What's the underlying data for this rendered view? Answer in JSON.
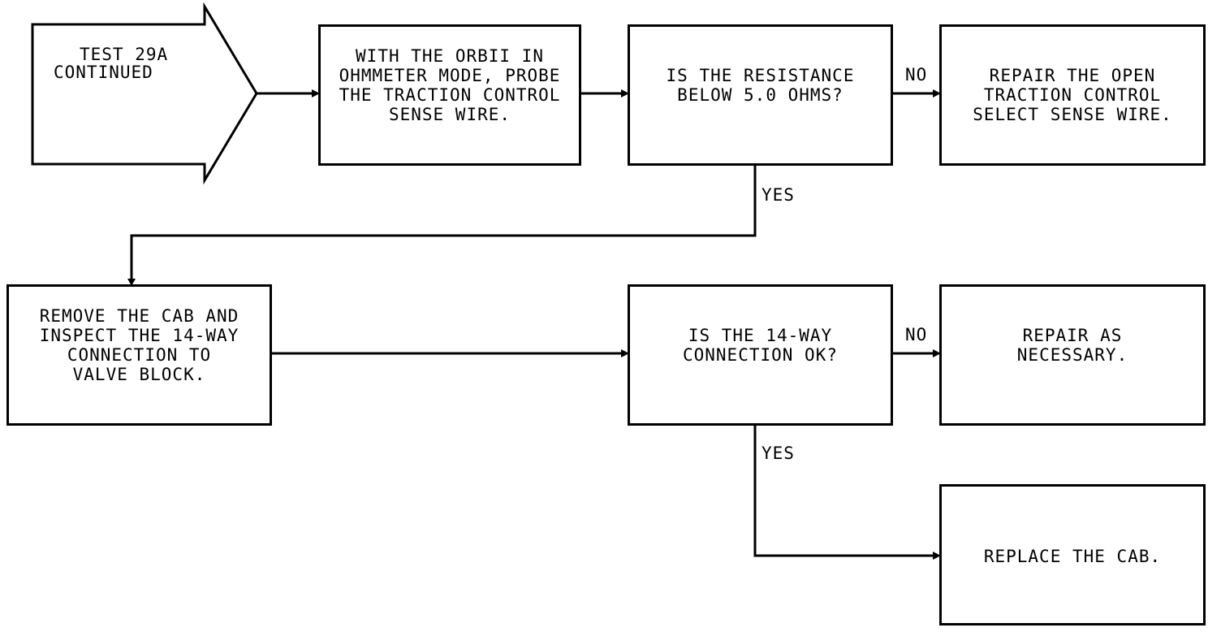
{
  "start": {
    "lines": [
      "TEST 29A",
      "CONTINUED"
    ]
  },
  "boxes": {
    "probe": {
      "lines": [
        "WITH THE ORBII IN",
        "OHMMETER MODE, PROBE",
        "THE TRACTION CONTROL",
        "SENSE WIRE."
      ]
    },
    "resistance_question": {
      "lines": [
        "IS THE RESISTANCE",
        "BELOW 5.0 OHMS?"
      ]
    },
    "repair_open": {
      "lines": [
        "REPAIR THE OPEN",
        "TRACTION CONTROL",
        "SELECT SENSE WIRE."
      ]
    },
    "remove_cab": {
      "lines": [
        "REMOVE THE CAB AND",
        "INSPECT THE 14-WAY",
        "CONNECTION TO",
        "VALVE BLOCK."
      ]
    },
    "connection_question": {
      "lines": [
        "IS THE 14-WAY",
        "CONNECTION OK?"
      ]
    },
    "repair_necessary": {
      "lines": [
        "REPAIR AS",
        "NECESSARY."
      ]
    },
    "replace_cab": {
      "lines": [
        "REPLACE THE CAB."
      ]
    }
  },
  "labels": {
    "no_1": "NO",
    "yes_1": "YES",
    "no_2": "NO",
    "yes_2": "YES"
  }
}
